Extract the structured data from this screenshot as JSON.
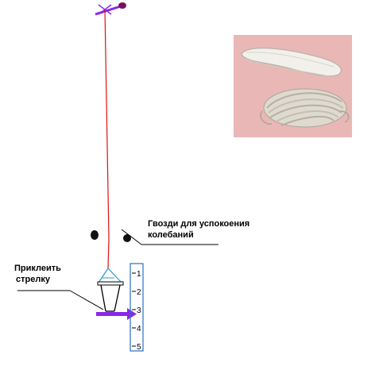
{
  "labels": {
    "nails": [
      "Гвозди для успокоения",
      "колебаний"
    ],
    "arrow": [
      "Приклеить",
      "стрелку"
    ]
  },
  "scale": {
    "ticks": [
      "1",
      "2",
      "3",
      "4",
      "5"
    ]
  },
  "colors": {
    "thread": "#e01010",
    "bowl_strings": "#20a0c8",
    "pointer": "#8a28e8",
    "scale_border": "#2a6fc0",
    "nail": "#111111",
    "pin_head": "#7a1060",
    "photo_background": "#e8b7b6"
  },
  "icons": {
    "top_mount": "pin-icon",
    "nail": "nail-icon",
    "photo": "cord-coil-photo"
  }
}
